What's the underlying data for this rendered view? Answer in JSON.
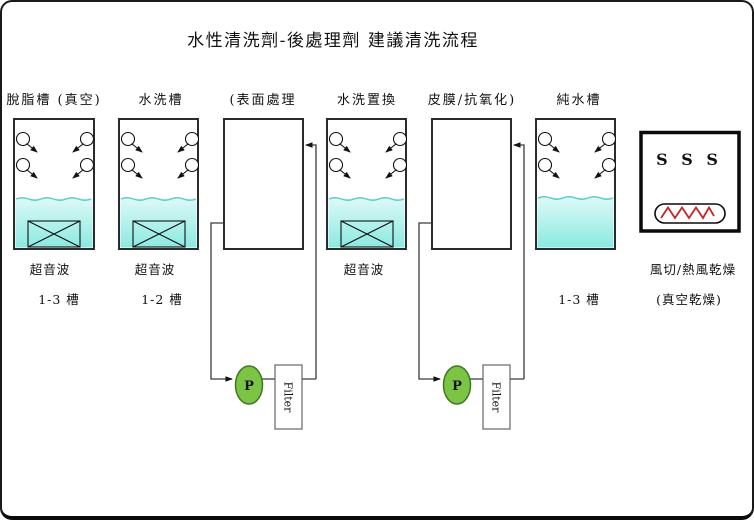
{
  "title": "水性清洗劑-後處理劑 建議清洗流程",
  "colors": {
    "water_top": "#dcf9f7",
    "water_bottom": "#8aeae1",
    "water_line": "#55cfc6",
    "pump_fill": "#7cc444",
    "pump_stroke": "#3d7a1f",
    "accent_red": "#cc2222"
  },
  "tanks": [
    {
      "label": "脫脂槽 (真空)",
      "row1": "超音波",
      "row2": "1-3 槽"
    },
    {
      "label": "水洗槽",
      "row1": "超音波",
      "row2": "1-2 槽"
    },
    {
      "label": "(表面處理"
    },
    {
      "label": "水洗置換",
      "row1": "超音波"
    },
    {
      "label": "皮膜/抗氧化)"
    },
    {
      "label": "純水槽",
      "row2": "1-3 槽"
    }
  ],
  "dryer": {
    "inner_label": "S S S",
    "row1": "風切/熱風乾燥",
    "row2": "(真空乾燥)"
  },
  "pump_label": "P",
  "filter_label": "Filter"
}
